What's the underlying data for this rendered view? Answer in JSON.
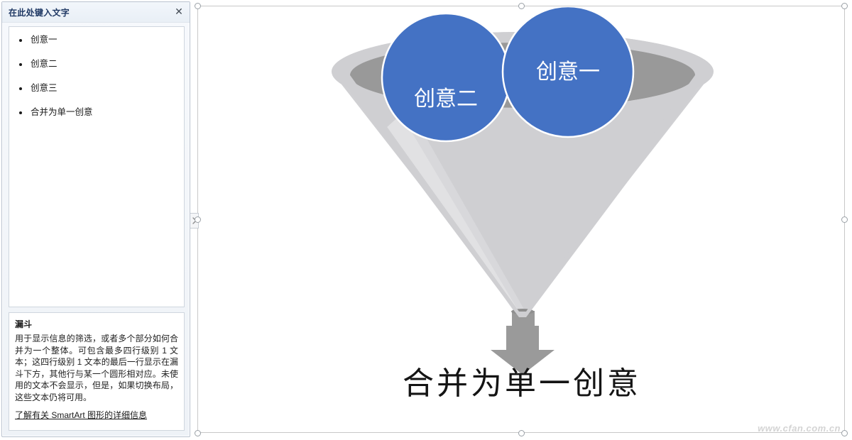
{
  "text_pane": {
    "title": "在此处键入文字",
    "close_label": "✕",
    "bullets": [
      {
        "text": "创意一"
      },
      {
        "text": "创意二"
      },
      {
        "text": "创意三"
      },
      {
        "text": "合并为单一创意"
      }
    ],
    "description": {
      "title": "漏斗",
      "body": "用于显示信息的筛选，或者多个部分如何合并为一个整体。可包含最多四行级别 1 文本；这四行级别 1 文本的最后一行显示在漏斗下方，其他行与某一个圆形相对应。未使用的文本不会显示，但是，如果切换布局，这些文本仍将可用。",
      "link": "了解有关 SmartArt 图形的详细信息"
    },
    "collapse_handle_icon": "chevron-right-icon"
  },
  "canvas": {
    "diagram": {
      "type": "funnel",
      "circles": [
        {
          "id": "circle-1",
          "label": "创意一"
        },
        {
          "id": "circle-2",
          "label": "创意二"
        }
      ],
      "arrow_icon": "down-arrow-icon",
      "bottom_label": "合并为单一创意"
    },
    "selection_handles": [
      "top-left",
      "top-center",
      "top-right",
      "middle-left",
      "middle-right",
      "bottom-left",
      "bottom-center",
      "bottom-right"
    ]
  },
  "watermark": {
    "text": "www.cfan.com.cn"
  },
  "colors": {
    "accent_blue": "#4472C4",
    "funnel_rim_light": "#CFCFD2",
    "funnel_interior_dark": "#999999",
    "funnel_body": "#D0D0D3",
    "arrow_gray": "#9A9A9A",
    "title_blue": "#1F3864",
    "pane_border": "#B9C2CF"
  }
}
